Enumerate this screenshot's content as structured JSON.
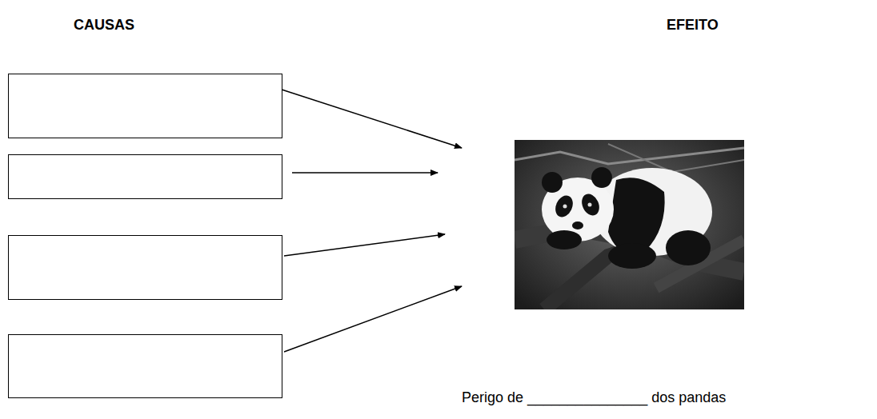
{
  "diagram": {
    "labels": [
      "CAUSAS",
      "EFEITO",
      "Perigo de _______________ dos pandas"
    ]
  }
}
